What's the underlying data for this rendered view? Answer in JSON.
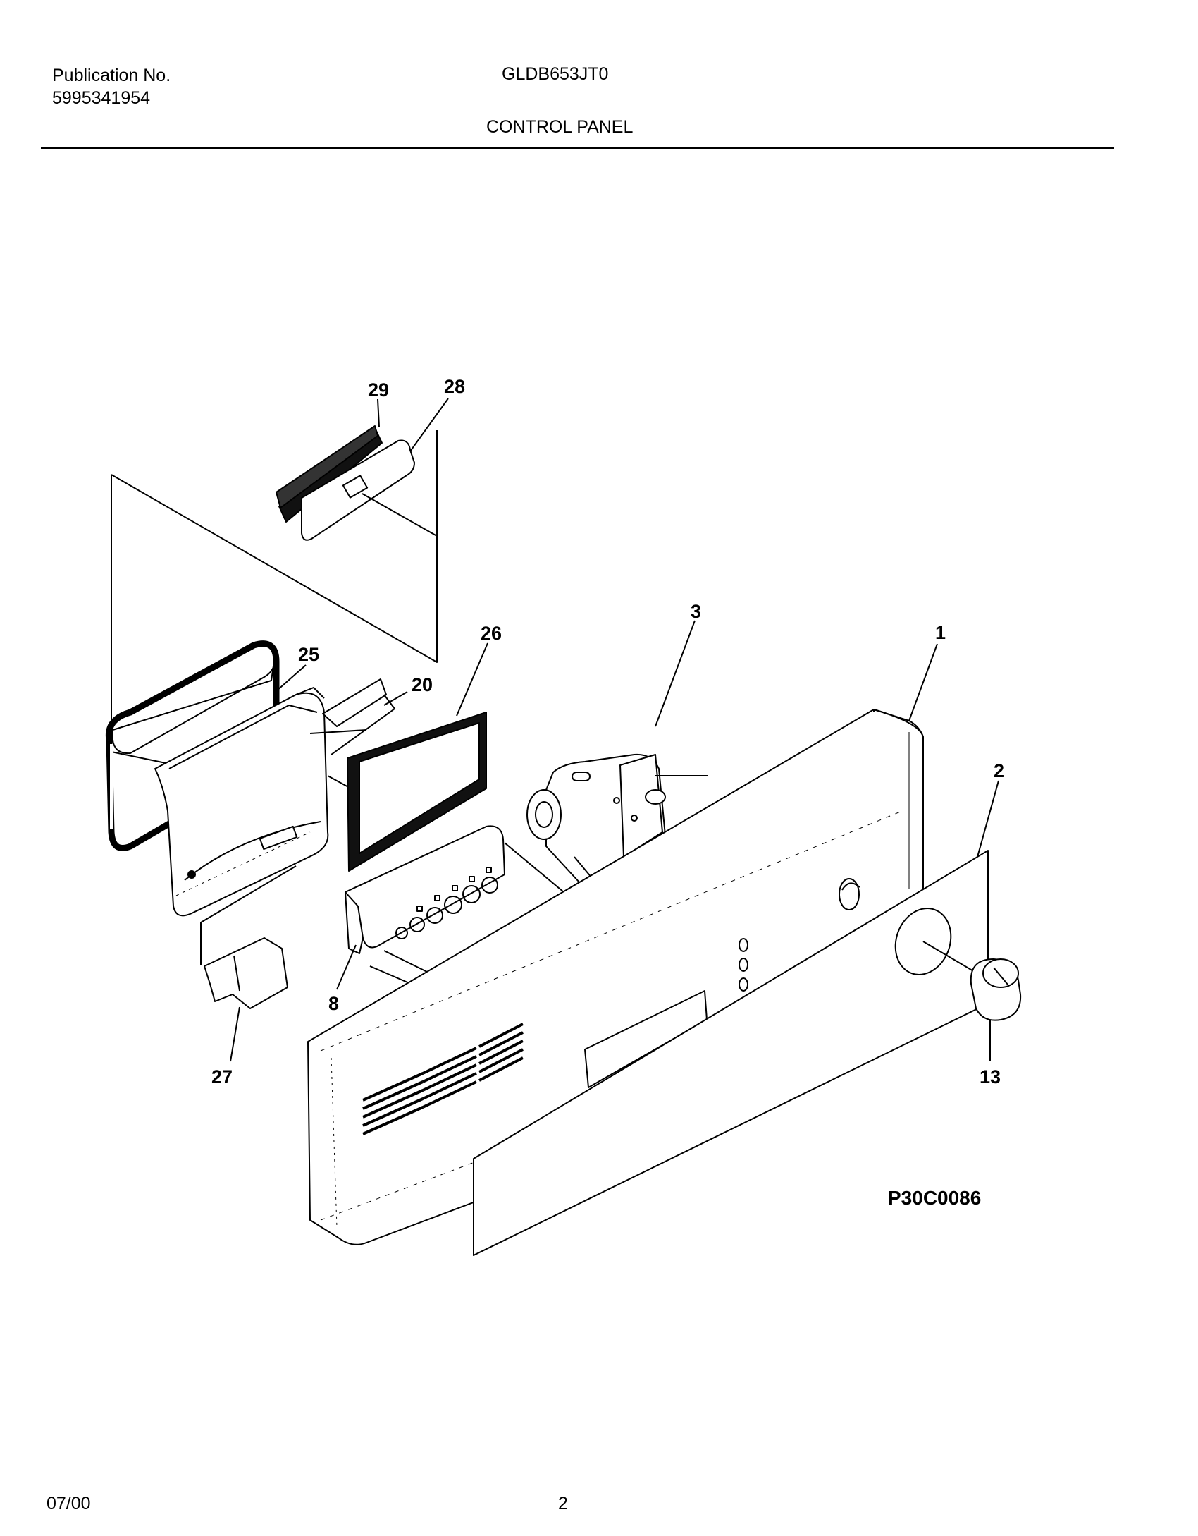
{
  "header": {
    "publication_label": "Publication No.",
    "publication_number": "5995341954",
    "model": "GLDB653JT0",
    "section_title": "CONTROL PANEL"
  },
  "diagram": {
    "callouts": [
      "29",
      "28",
      "3",
      "26",
      "1",
      "25",
      "20",
      "2",
      "8",
      "27",
      "13"
    ],
    "drawing_code": "P30C0086"
  },
  "footer": {
    "date": "07/00",
    "page_number": "2"
  }
}
